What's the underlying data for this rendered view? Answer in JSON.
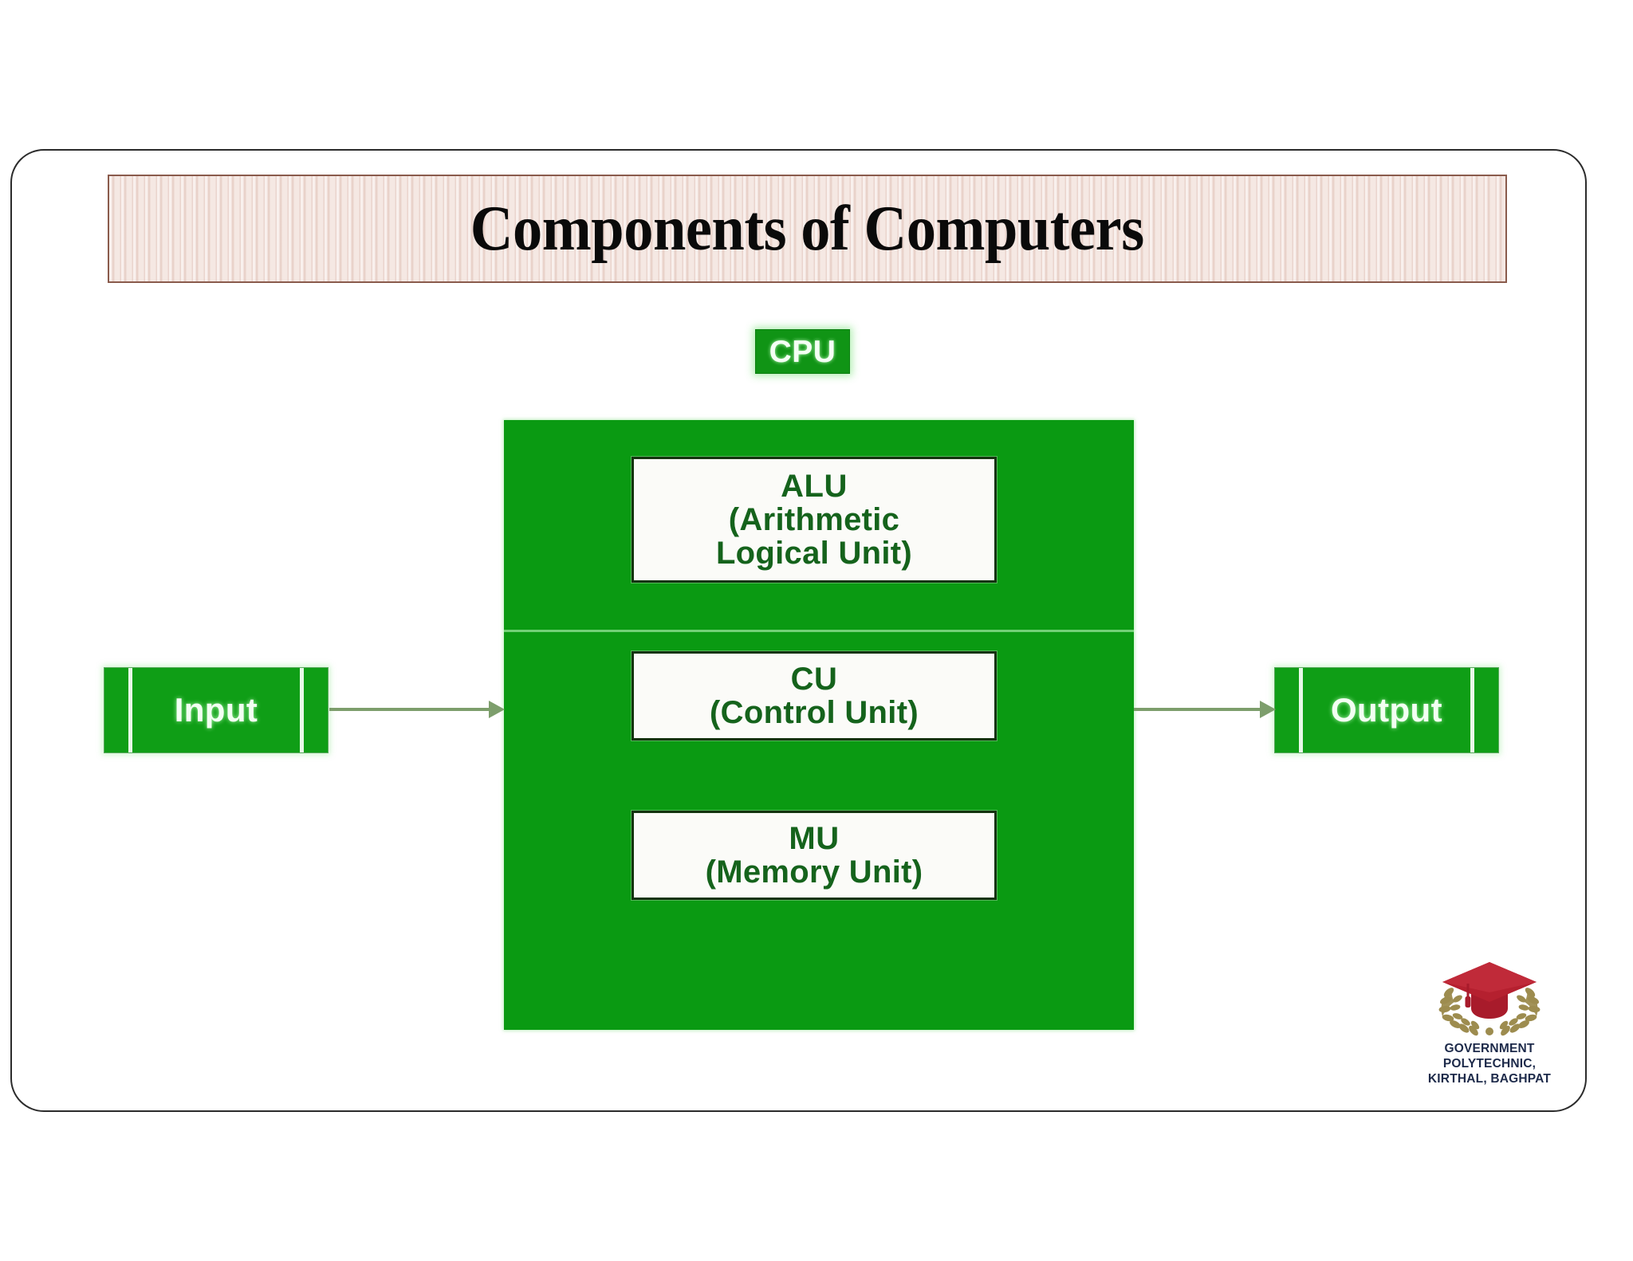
{
  "slide": {
    "title": "Components of Computers",
    "background_color": "#ffffff",
    "frame_border_color": "#2b2b2b",
    "title_banner_color": "#f1ded7",
    "title_banner_border_color": "#8a5b4c",
    "accent_green": "#0a9a12",
    "unit_text_color": "#15631c",
    "arrow_color": "#7d9e6c"
  },
  "diagram": {
    "cpu_label": "CPU",
    "units": [
      {
        "id": "alu",
        "title": "ALU",
        "subtitle_line1": "(Arithmetic",
        "subtitle_line2": "Logical Unit)"
      },
      {
        "id": "cu",
        "title": "CU",
        "subtitle_line1": "(Control Unit)",
        "subtitle_line2": ""
      },
      {
        "id": "mu",
        "title": "MU",
        "subtitle_line1": "(Memory Unit)",
        "subtitle_line2": ""
      }
    ],
    "input_label": "Input",
    "output_label": "Output",
    "arrow_in_direction": "right",
    "arrow_out_direction": "right"
  },
  "logo": {
    "line1": "GOVERNMENT POLYTECHNIC,",
    "line2": "KIRTHAL, BAGHPAT",
    "cap_color": "#b5202f",
    "wreath_color": "#9d8c4f",
    "text_color": "#1d2a4a"
  }
}
